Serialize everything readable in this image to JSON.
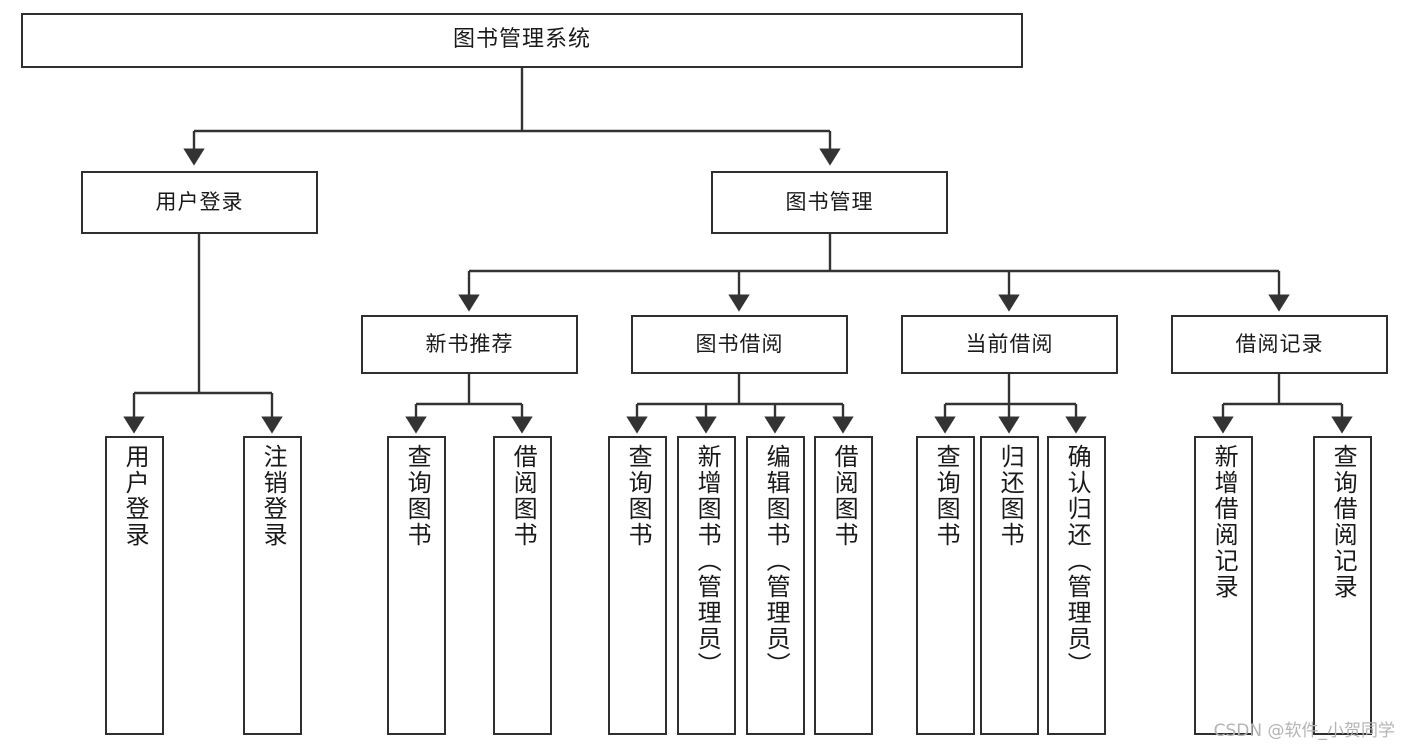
{
  "diagram": {
    "title": "图书管理系统",
    "type": "tree",
    "watermark": "CSDN @软件_小贺同学",
    "colors": {
      "box_border": "#2f2f2f",
      "box_fill": "#ffffff",
      "connector": "#333333",
      "text": "#1a1a1a",
      "watermark": "#b4b4b4",
      "background": "#ffffff"
    },
    "root": {
      "label": "图书管理系统"
    },
    "level2": [
      {
        "label": "用户登录"
      },
      {
        "label": "图书管理"
      }
    ],
    "level3": [
      {
        "label": "新书推荐"
      },
      {
        "label": "图书借阅"
      },
      {
        "label": "当前借阅"
      },
      {
        "label": "借阅记录"
      }
    ],
    "leaves": {
      "user_login": [
        {
          "label": "用户登录"
        },
        {
          "label": "注销登录"
        }
      ],
      "new_book_recommend": [
        {
          "label": "查询图书"
        },
        {
          "label": "借阅图书"
        }
      ],
      "book_borrow": [
        {
          "label": "查询图书"
        },
        {
          "label": "新增图书（管理员）"
        },
        {
          "label": "编辑图书（管理员）"
        },
        {
          "label": "借阅图书"
        }
      ],
      "current_borrow": [
        {
          "label": "查询图书"
        },
        {
          "label": "归还图书"
        },
        {
          "label": "确认归还（管理员）"
        }
      ],
      "borrow_record": [
        {
          "label": "新增借阅记录"
        },
        {
          "label": "查询借阅记录"
        }
      ]
    }
  }
}
